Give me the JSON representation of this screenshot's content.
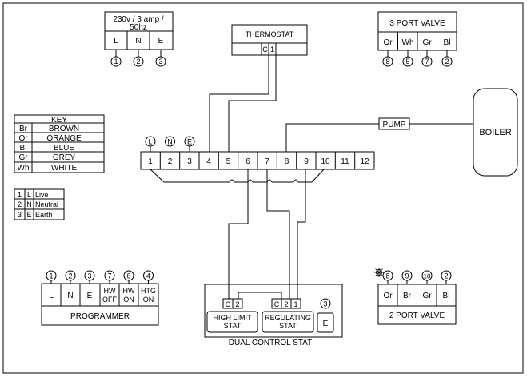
{
  "supply": {
    "title_line1": "230v / 3 amp /",
    "title_line2": "50hz",
    "terminals": [
      "L",
      "N",
      "E"
    ],
    "numbers": [
      "1",
      "2",
      "3"
    ]
  },
  "thermostat": {
    "title": "THERMOSTAT",
    "terminals": [
      "C",
      "1"
    ]
  },
  "valve3": {
    "title": "3 PORT VALVE",
    "terminals": [
      "Or",
      "Wh",
      "Gr",
      "Bl"
    ],
    "numbers": [
      "8",
      "5",
      "7",
      "2"
    ]
  },
  "key": {
    "title": "KEY",
    "rows": [
      {
        "code": "Br",
        "name": "BROWN"
      },
      {
        "code": "Or",
        "name": "ORANGE"
      },
      {
        "code": "Bl",
        "name": "BLUE"
      },
      {
        "code": "Gr",
        "name": "GREY"
      },
      {
        "code": "Wh",
        "name": "WHITE"
      }
    ]
  },
  "legend": [
    {
      "num": "1",
      "letter": "L",
      "name": "Live"
    },
    {
      "num": "2",
      "letter": "N",
      "name": "Neutral"
    },
    {
      "num": "3",
      "letter": "E",
      "name": "Earth"
    }
  ],
  "terminal_strip": {
    "numbers": [
      "1",
      "2",
      "3",
      "4",
      "5",
      "6",
      "7",
      "8",
      "9",
      "10",
      "11",
      "12"
    ],
    "markers": [
      "L",
      "N",
      "E"
    ]
  },
  "pump": {
    "label": "PUMP"
  },
  "boiler": {
    "label": "BOILER"
  },
  "programmer": {
    "title": "PROGRAMMER",
    "terminals": [
      {
        "line1": "L",
        "line2": ""
      },
      {
        "line1": "N",
        "line2": ""
      },
      {
        "line1": "E",
        "line2": ""
      },
      {
        "line1": "HW",
        "line2": "OFF"
      },
      {
        "line1": "HW",
        "line2": "ON"
      },
      {
        "line1": "HTG",
        "line2": "ON"
      }
    ],
    "numbers": [
      "1",
      "2",
      "3",
      "7",
      "6",
      "4"
    ]
  },
  "dual_stat": {
    "title": "DUAL CONTROL STAT",
    "high_limit": {
      "terminals": [
        "C",
        "2"
      ],
      "line1": "HIGH LIMIT",
      "line2": "STAT"
    },
    "regulating": {
      "terminals": [
        "C",
        "2",
        "1"
      ],
      "line1": "REGULATING",
      "line2": "STAT"
    },
    "earth": {
      "number": "3",
      "label": "E"
    }
  },
  "valve2": {
    "title": "2 PORT VALVE",
    "terminals": [
      "Or",
      "Br",
      "Gr",
      "Bl"
    ],
    "numbers": [
      "8",
      "9",
      "10",
      "2"
    ]
  },
  "colors": {
    "line": "#000000",
    "background": "#ffffff"
  }
}
